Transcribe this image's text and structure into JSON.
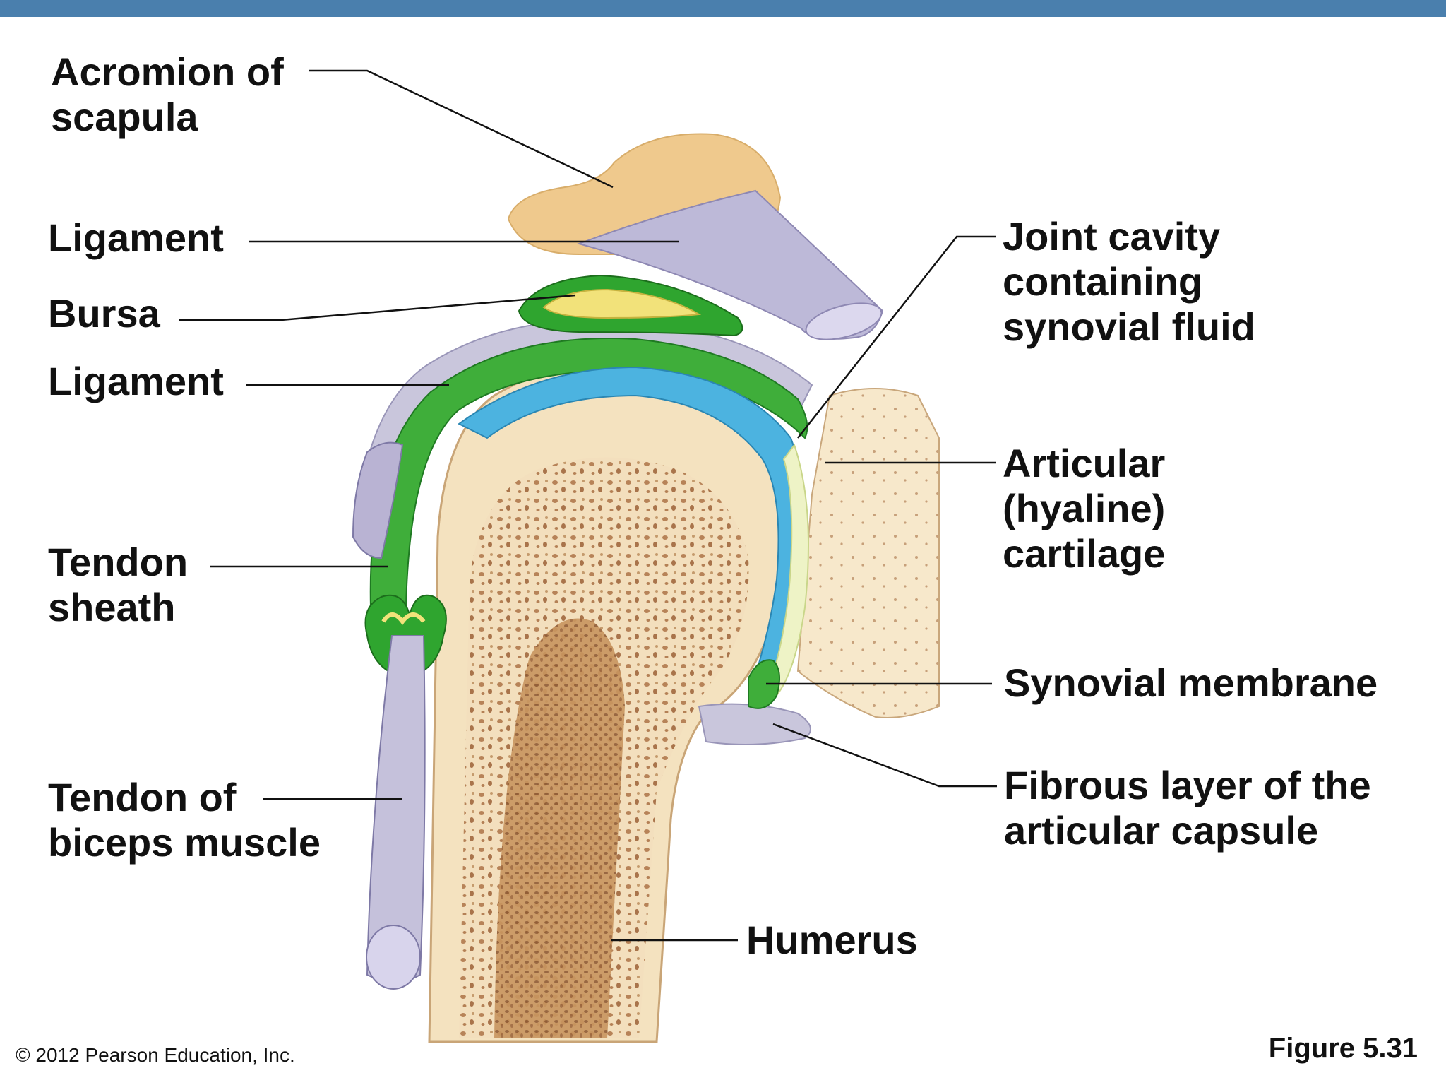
{
  "top_bar_color": "#4a7fad",
  "labels": {
    "acromion": [
      "Acromion of",
      "scapula"
    ],
    "ligament_top": "Ligament",
    "bursa": "Bursa",
    "ligament_mid": "Ligament",
    "tendon_sheath": [
      "Tendon",
      "sheath"
    ],
    "tendon_biceps": [
      "Tendon of",
      "biceps muscle"
    ],
    "joint_cavity": [
      "Joint cavity",
      "containing",
      "synovial fluid"
    ],
    "articular_cartilage": [
      "Articular",
      "(hyaline)",
      "cartilage"
    ],
    "synovial_membrane": "Synovial membrane",
    "fibrous_layer": [
      "Fibrous layer of the",
      "articular capsule"
    ],
    "humerus": "Humerus"
  },
  "footer": {
    "copyright": "© 2012 Pearson Education, Inc.",
    "figure": "Figure 5.31"
  },
  "colors": {
    "bone_outer": "#f5e6c4",
    "bone_spongy": "#b5835a",
    "acromion": "#efc98d",
    "ligament": "#b9b6d4",
    "synovial": "#2fa52f",
    "cartilage": "#3ba9d6",
    "bursa": "#f2e27a"
  }
}
